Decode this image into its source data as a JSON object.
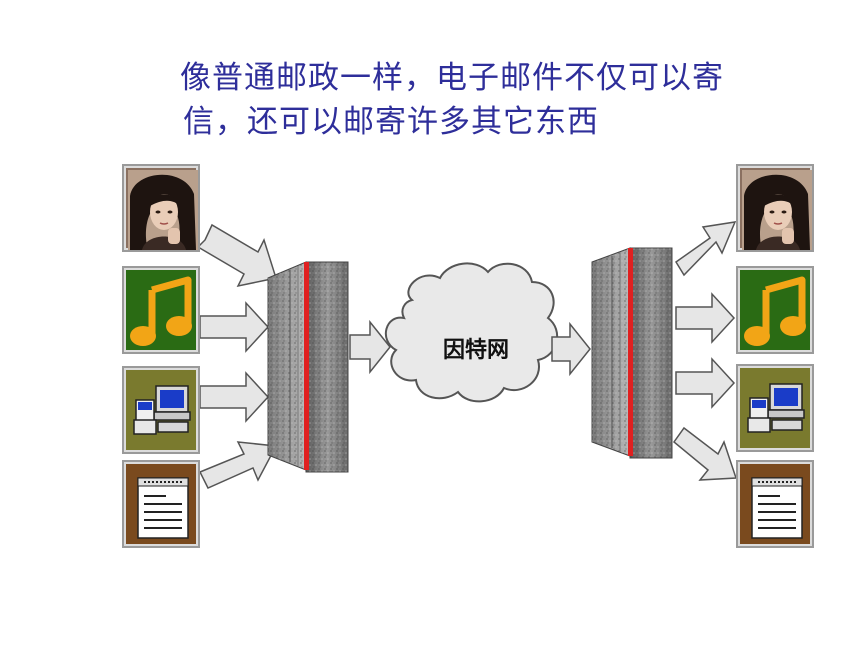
{
  "title": {
    "line1": "像普通邮政一样，电子邮件不仅可以寄",
    "line2": "信，还可以邮寄许多其它东西"
  },
  "network": {
    "cloud_label": "因特网"
  },
  "items": [
    {
      "icon": "photo-icon"
    },
    {
      "icon": "music-note-icon"
    },
    {
      "icon": "computer-program-icon"
    },
    {
      "icon": "text-document-icon"
    }
  ],
  "colors": {
    "title_text": "#2e2e9a",
    "music_tile_bg": "#2a6b14",
    "music_note": "#f2a516",
    "program_tile_bg": "#7a7a2e",
    "document_tile_bg": "#7a4a1e",
    "server_accent": "#e02020",
    "arrow_fill": "#e6e6e6"
  }
}
